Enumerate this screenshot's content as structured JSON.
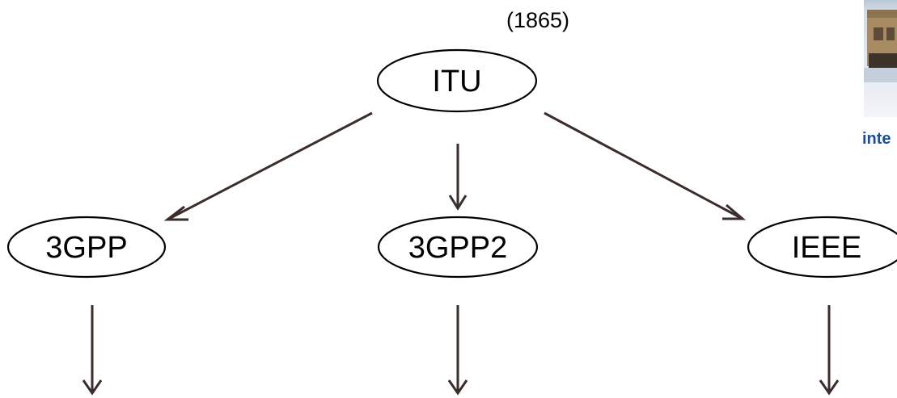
{
  "nodes": {
    "itu": {
      "label": "ITU",
      "note": "(1865)"
    },
    "gpp3": {
      "label": "3GPP"
    },
    "gpp3_2": {
      "label": "3GPP2"
    },
    "ieee": {
      "label": "IEEE"
    }
  },
  "corner_photo": {
    "logo_text": "inte"
  },
  "colors": {
    "arrow": "#3b2e2a",
    "ellipse_stroke": "#000000",
    "logo": "#1a4f9c"
  }
}
